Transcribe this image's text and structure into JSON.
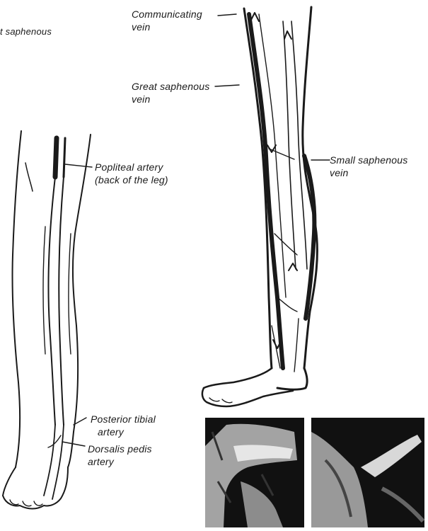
{
  "diagram": {
    "labels": {
      "saphenous_partial": "t saphenous",
      "communicating_vein_l1": "Communicating",
      "communicating_vein_l2": "vein",
      "great_saphenous_l1": "Great saphenous",
      "great_saphenous_l2": "vein",
      "popliteal_l1": "Popliteal artery",
      "popliteal_l2": "(back of the leg)",
      "small_saphenous_l1": "Small saphenous",
      "small_saphenous_l2": "vein",
      "posterior_tibial_l1": "Posterior tibial",
      "posterior_tibial_l2": "artery",
      "dorsalis_pedis_l1": "Dorsalis pedis",
      "dorsalis_pedis_l2": "artery"
    },
    "colors": {
      "ink": "#1a1a1a",
      "paper": "#ffffff",
      "photo_dark": "#111111"
    }
  }
}
